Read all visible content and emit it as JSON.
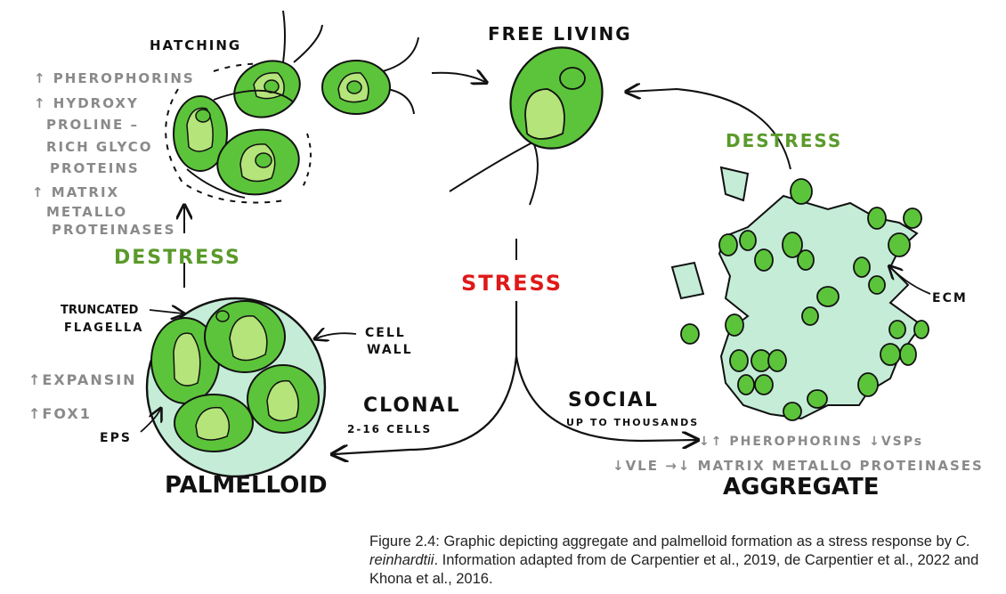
{
  "labels": {
    "hatching": "HATCHING",
    "free_living": "FREE LIVING",
    "stress": "STRESS",
    "destress_left": "DESTRESS",
    "destress_right": "DESTRESS",
    "clonal": "CLONAL",
    "clonal_cells": "2-16 CELLS",
    "social": "SOCIAL",
    "social_cells": "UP TO THOUSANDS",
    "palmelloid": "PALMELLOID",
    "aggregate": "AGGREGATE",
    "ecm": "ECM",
    "truncated": "TRUNCATED",
    "flagella": "FLAGELLA",
    "cell": "CELL",
    "wall": "WALL",
    "eps": "EPS"
  },
  "hatching_markers": [
    "↑ PHEROPHORINS",
    "↑ HYDROXY",
    "PROLINE –",
    "RICH GLYCO",
    "PROTEINS",
    "↑ MATRIX",
    "METALLO",
    "PROTEINASES"
  ],
  "palmelloid_markers": [
    "↑EXPANSIN",
    "↑FOX1"
  ],
  "aggregate_markers": {
    "line1": "↓↑ PHEROPHORINS  ↓VSPs",
    "line2": "↓VLE →↓ MATRIX METALLO PROTEINASES"
  },
  "caption": {
    "prefix": "Figure 2.4:  Graphic depicting aggregate and palmelloid formation as a stress response by ",
    "species": "C. reinhardtii",
    "suffix": ".  Information adapted from de Carpentier et al., 2019, de Carpentier et al., 2022 and Khona et al., 2016."
  },
  "colors": {
    "cell_fill": "#5cc43a",
    "chloroplast_light": "#b4e47a",
    "ecm_fill": "#c4ecd7",
    "wall_fill": "#c4ecd7",
    "stress_red": "#e01818",
    "destress_green": "#5a9a2a",
    "marker_grey": "#8a8a8a"
  }
}
